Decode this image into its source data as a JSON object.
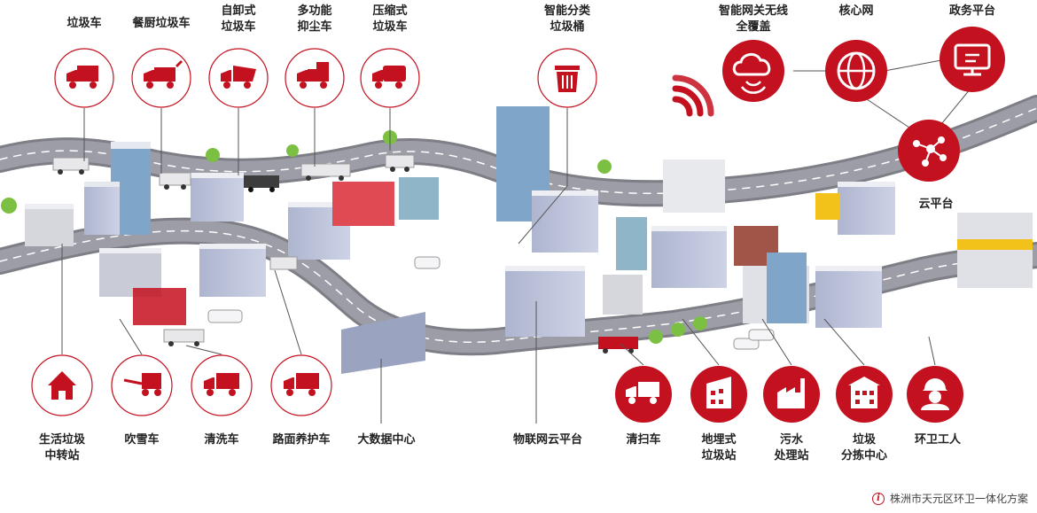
{
  "colors": {
    "accent": "#c4111f",
    "road": "#8f8f96",
    "building": "#b9bfd6",
    "green": "#7cc043"
  },
  "labels": {
    "garbage_truck": "垃圾车",
    "kitchen_truck": "餐厨垃圾车",
    "dump_truck_l1": "自卸式",
    "dump_truck_l2": "垃圾车",
    "dust_truck_l1": "多功能",
    "dust_truck_l2": "抑尘车",
    "compress_truck_l1": "压缩式",
    "compress_truck_l2": "垃圾车",
    "smart_bin_l1": "智能分类",
    "smart_bin_l2": "垃圾桶",
    "gateway_l1": "智能网关无线",
    "gateway_l2": "全覆盖",
    "core_net": "核心网",
    "gov_platform": "政务平台",
    "cloud_platform": "云平台",
    "transfer_l1": "生活垃圾",
    "transfer_l2": "中转站",
    "snow_truck": "吹雪车",
    "wash_truck": "清洗车",
    "road_truck": "路面养护车",
    "big_data": "大数据中心",
    "iot_cloud": "物联网云平台",
    "sweeper": "清扫车",
    "underground_l1": "地埋式",
    "underground_l2": "垃圾站",
    "sewage_l1": "污水",
    "sewage_l2": "处理站",
    "sorting_l1": "垃圾",
    "sorting_l2": "分拣中心",
    "worker": "环卫工人"
  },
  "footer": {
    "info_glyph": "i",
    "text": "株洲市天元区环卫一体化方案"
  }
}
